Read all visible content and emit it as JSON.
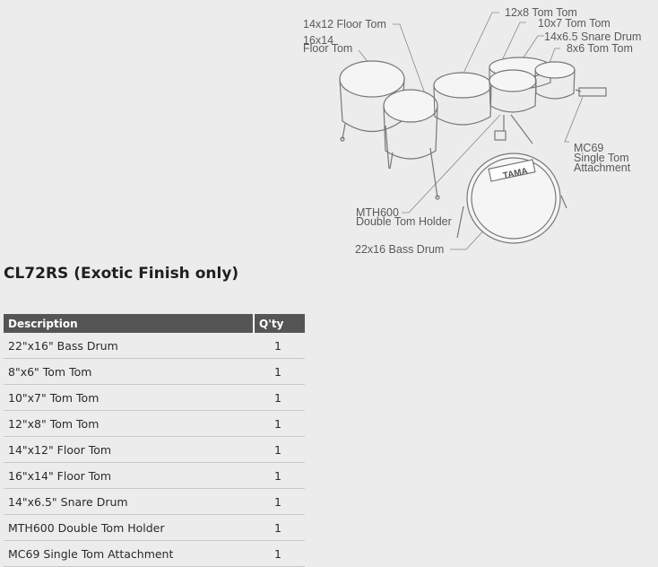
{
  "diagram": {
    "labels": {
      "floor_14x12": "14x12 Floor Tom",
      "floor_16x14_l1": "16x14",
      "floor_16x14_l2": "Floor Tom",
      "tom_12x8": "12x8 Tom Tom",
      "tom_10x7": "10x7 Tom Tom",
      "snare": "14x6.5 Snare Drum",
      "tom_8x6": "8x6 Tom Tom",
      "mc69_l1": "MC69",
      "mc69_l2": "Single Tom",
      "mc69_l3": "Attachment",
      "mth600_l1": "MTH600",
      "mth600_l2": "Double Tom Holder",
      "bass": "22x16 Bass Drum",
      "logo": "TAMA"
    }
  },
  "title": "CL72RS (Exotic Finish only)",
  "table": {
    "headers": [
      "Description",
      "Q'ty"
    ],
    "rows": [
      {
        "desc": "22\"x16\" Bass Drum",
        "qty": "1"
      },
      {
        "desc": "8\"x6\" Tom Tom",
        "qty": "1"
      },
      {
        "desc": "10\"x7\" Tom Tom",
        "qty": "1"
      },
      {
        "desc": "12\"x8\" Tom Tom",
        "qty": "1"
      },
      {
        "desc": "14\"x12\" Floor Tom",
        "qty": "1"
      },
      {
        "desc": "16\"x14\" Floor Tom",
        "qty": "1"
      },
      {
        "desc": "14\"x6.5\" Snare Drum",
        "qty": "1"
      },
      {
        "desc": "MTH600 Double Tom Holder",
        "qty": "1"
      },
      {
        "desc": "MC69 Single Tom Attachment",
        "qty": "1"
      }
    ]
  }
}
